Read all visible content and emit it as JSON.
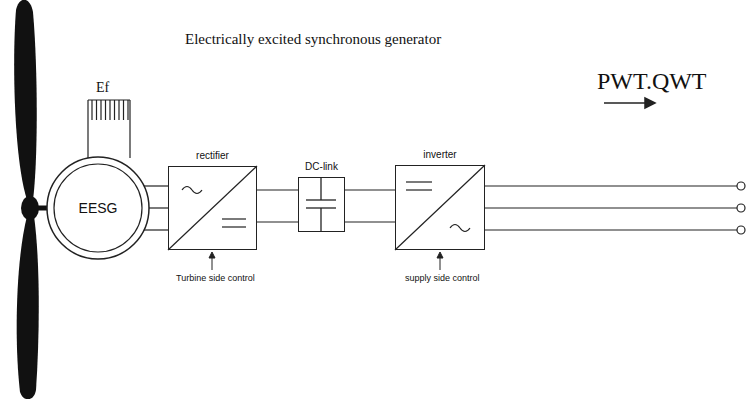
{
  "diagram": {
    "title": "Electrically excited synchronous generator",
    "nodes": [
      {
        "text": [
          "EESG"
        ]
      },
      {
        "text": [
          "rectifier"
        ]
      },
      {
        "text": [
          "DC-link"
        ]
      },
      {
        "text": [
          "inverter"
        ]
      }
    ],
    "edges": [
      {
        "from": 0,
        "to": 1,
        "arrow": "none"
      },
      {
        "from": 0,
        "to": 1,
        "arrow": "none"
      },
      {
        "from": 0,
        "to": 1,
        "arrow": "none"
      },
      {
        "from": 1,
        "to": 2,
        "arrow": "none"
      },
      {
        "from": 1,
        "to": 2,
        "arrow": "none"
      },
      {
        "from": 2,
        "to": 3,
        "arrow": "none"
      },
      {
        "from": 2,
        "to": 3,
        "arrow": "none"
      }
    ],
    "labels": [
      "Ef",
      "Turbine side control",
      "supply side control",
      "PWT.QWT"
    ]
  }
}
